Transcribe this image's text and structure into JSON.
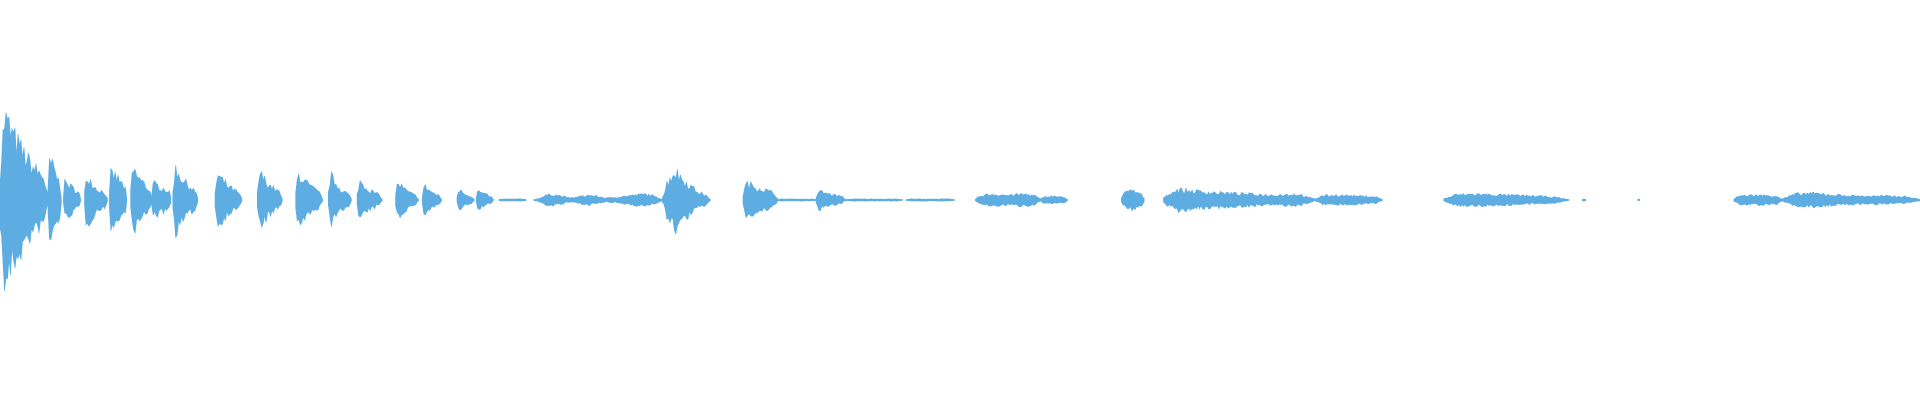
{
  "waveform": {
    "color": "#5dade2",
    "segments": [
      {
        "t0": 0.0,
        "t1": 0.025,
        "amp": [
          0.95,
          0.6,
          0.35,
          0.2
        ]
      },
      {
        "t0": 0.025,
        "t1": 0.032,
        "amp": [
          0.45,
          0.3,
          0.12
        ]
      },
      {
        "t0": 0.033,
        "t1": 0.042,
        "amp": [
          0.2,
          0.06
        ]
      },
      {
        "t0": 0.044,
        "t1": 0.056,
        "amp": [
          0.3,
          0.12,
          0.06
        ]
      },
      {
        "t0": 0.057,
        "t1": 0.066,
        "amp": [
          0.3,
          0.22,
          0.1
        ]
      },
      {
        "t0": 0.068,
        "t1": 0.079,
        "amp": [
          0.35,
          0.2,
          0.08
        ]
      },
      {
        "t0": 0.079,
        "t1": 0.089,
        "amp": [
          0.18,
          0.08
        ]
      },
      {
        "t0": 0.09,
        "t1": 0.103,
        "amp": [
          0.36,
          0.18,
          0.07
        ]
      },
      {
        "t0": 0.112,
        "t1": 0.126,
        "amp": [
          0.28,
          0.14,
          0.05
        ]
      },
      {
        "t0": 0.134,
        "t1": 0.147,
        "amp": [
          0.3,
          0.15,
          0.06
        ]
      },
      {
        "t0": 0.154,
        "t1": 0.168,
        "amp": [
          0.3,
          0.15,
          0.05
        ]
      },
      {
        "t0": 0.171,
        "t1": 0.183,
        "amp": [
          0.28,
          0.12,
          0.04
        ]
      },
      {
        "t0": 0.186,
        "t1": 0.199,
        "amp": [
          0.22,
          0.1,
          0.04
        ]
      },
      {
        "t0": 0.206,
        "t1": 0.218,
        "amp": [
          0.2,
          0.09,
          0.03
        ]
      },
      {
        "t0": 0.22,
        "t1": 0.23,
        "amp": [
          0.16,
          0.08,
          0.03
        ]
      },
      {
        "t0": 0.238,
        "t1": 0.247,
        "amp": [
          0.12,
          0.06,
          0.02
        ]
      },
      {
        "t0": 0.248,
        "t1": 0.257,
        "amp": [
          0.1,
          0.06,
          0.02
        ]
      },
      {
        "t0": 0.26,
        "t1": 0.274,
        "amp": [
          0.01,
          0.01
        ]
      },
      {
        "t0": 0.278,
        "t1": 0.345,
        "amp": [
          0.02,
          0.06,
          0.02,
          0.05,
          0.02,
          0.04,
          0.06,
          0.04
        ]
      },
      {
        "t0": 0.345,
        "t1": 0.37,
        "amp": [
          0.1,
          0.3,
          0.18,
          0.08,
          0.03
        ]
      },
      {
        "t0": 0.387,
        "t1": 0.405,
        "amp": [
          0.18,
          0.14,
          0.1,
          0.06
        ]
      },
      {
        "t0": 0.405,
        "t1": 0.425,
        "amp": [
          0.01,
          0.01
        ]
      },
      {
        "t0": 0.425,
        "t1": 0.44,
        "amp": [
          0.1,
          0.06,
          0.03
        ]
      },
      {
        "t0": 0.44,
        "t1": 0.47,
        "amp": [
          0.01,
          0.01,
          0.01
        ]
      },
      {
        "t0": 0.472,
        "t1": 0.497,
        "amp": [
          0.01,
          0.01
        ]
      },
      {
        "t0": 0.508,
        "t1": 0.542,
        "amp": [
          0.04,
          0.06,
          0.05,
          0.06,
          0.04
        ]
      },
      {
        "t0": 0.542,
        "t1": 0.556,
        "amp": [
          0.03,
          0.04,
          0.02
        ]
      },
      {
        "t0": 0.584,
        "t1": 0.596,
        "amp": [
          0.06,
          0.1,
          0.04
        ]
      },
      {
        "t0": 0.606,
        "t1": 0.685,
        "amp": [
          0.12,
          0.1,
          0.08,
          0.07,
          0.06,
          0.05,
          0.06,
          0.04
        ]
      },
      {
        "t0": 0.685,
        "t1": 0.72,
        "amp": [
          0.04,
          0.05,
          0.04,
          0.03
        ]
      },
      {
        "t0": 0.752,
        "t1": 0.817,
        "amp": [
          0.05,
          0.06,
          0.05,
          0.04,
          0.02
        ]
      },
      {
        "t0": 0.824,
        "t1": 0.826,
        "amp": [
          0.01
        ]
      },
      {
        "t0": 0.853,
        "t1": 0.854,
        "amp": [
          0.01
        ]
      },
      {
        "t0": 0.903,
        "t1": 0.928,
        "amp": [
          0.04,
          0.05,
          0.04
        ]
      },
      {
        "t0": 0.928,
        "t1": 1.0,
        "amp": [
          0.05,
          0.07,
          0.05,
          0.04,
          0.04,
          0.03
        ]
      }
    ]
  }
}
